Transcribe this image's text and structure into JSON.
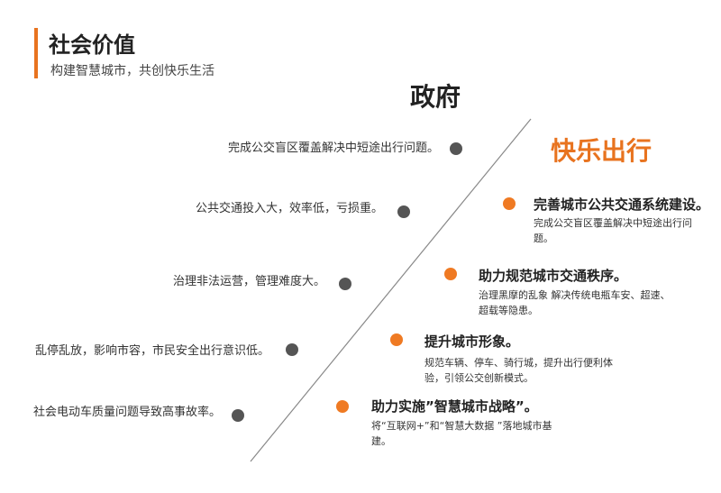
{
  "header": {
    "title": "社会价值",
    "subtitle": "构建智慧城市，共创快乐生活"
  },
  "government": {
    "title": "政府",
    "issues": [
      "完成公交盲区覆盖解决中短途出行问题。",
      "公共交通投入大，效率低，亏损重。",
      "治理非法运营，管理难度大。",
      "乱停乱放，影响市容，市民安全出行意识低。",
      "社会电动车质量问题导致高事故率。"
    ]
  },
  "happy_travel": {
    "title": "快乐出行",
    "items": [
      {
        "title": "完善城市公共交通系统建设。",
        "desc": "完成公交盲区覆盖解决中短途出行问题。"
      },
      {
        "title": "助力规范城市交通秩序。",
        "desc": "治理黑摩的乱象 解决传统电瓶车安、超速、超载等隐患。"
      },
      {
        "title": "提升城市形象。",
        "desc": "规范车辆、停车、骑行城，提升出行便利体验，引领公交创新模式。"
      },
      {
        "title": "助力实施”智慧城市战略”。",
        "desc": "将“互联网+”和“智慧大数据 ”落地城市基建。"
      }
    ]
  },
  "colors": {
    "accent": "#e8731f",
    "dot_gray": "#555555",
    "dot_orange": "#ef7a23",
    "divider": "#888888"
  }
}
